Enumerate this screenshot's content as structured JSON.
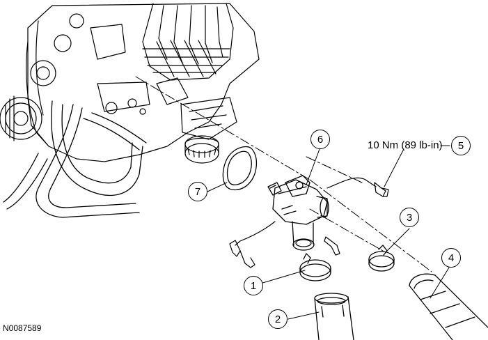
{
  "figure_id": "N0087589",
  "torque_spec": "10 Nm (89 lb-in)",
  "callouts": [
    "1",
    "2",
    "3",
    "4",
    "5",
    "6",
    "7"
  ]
}
